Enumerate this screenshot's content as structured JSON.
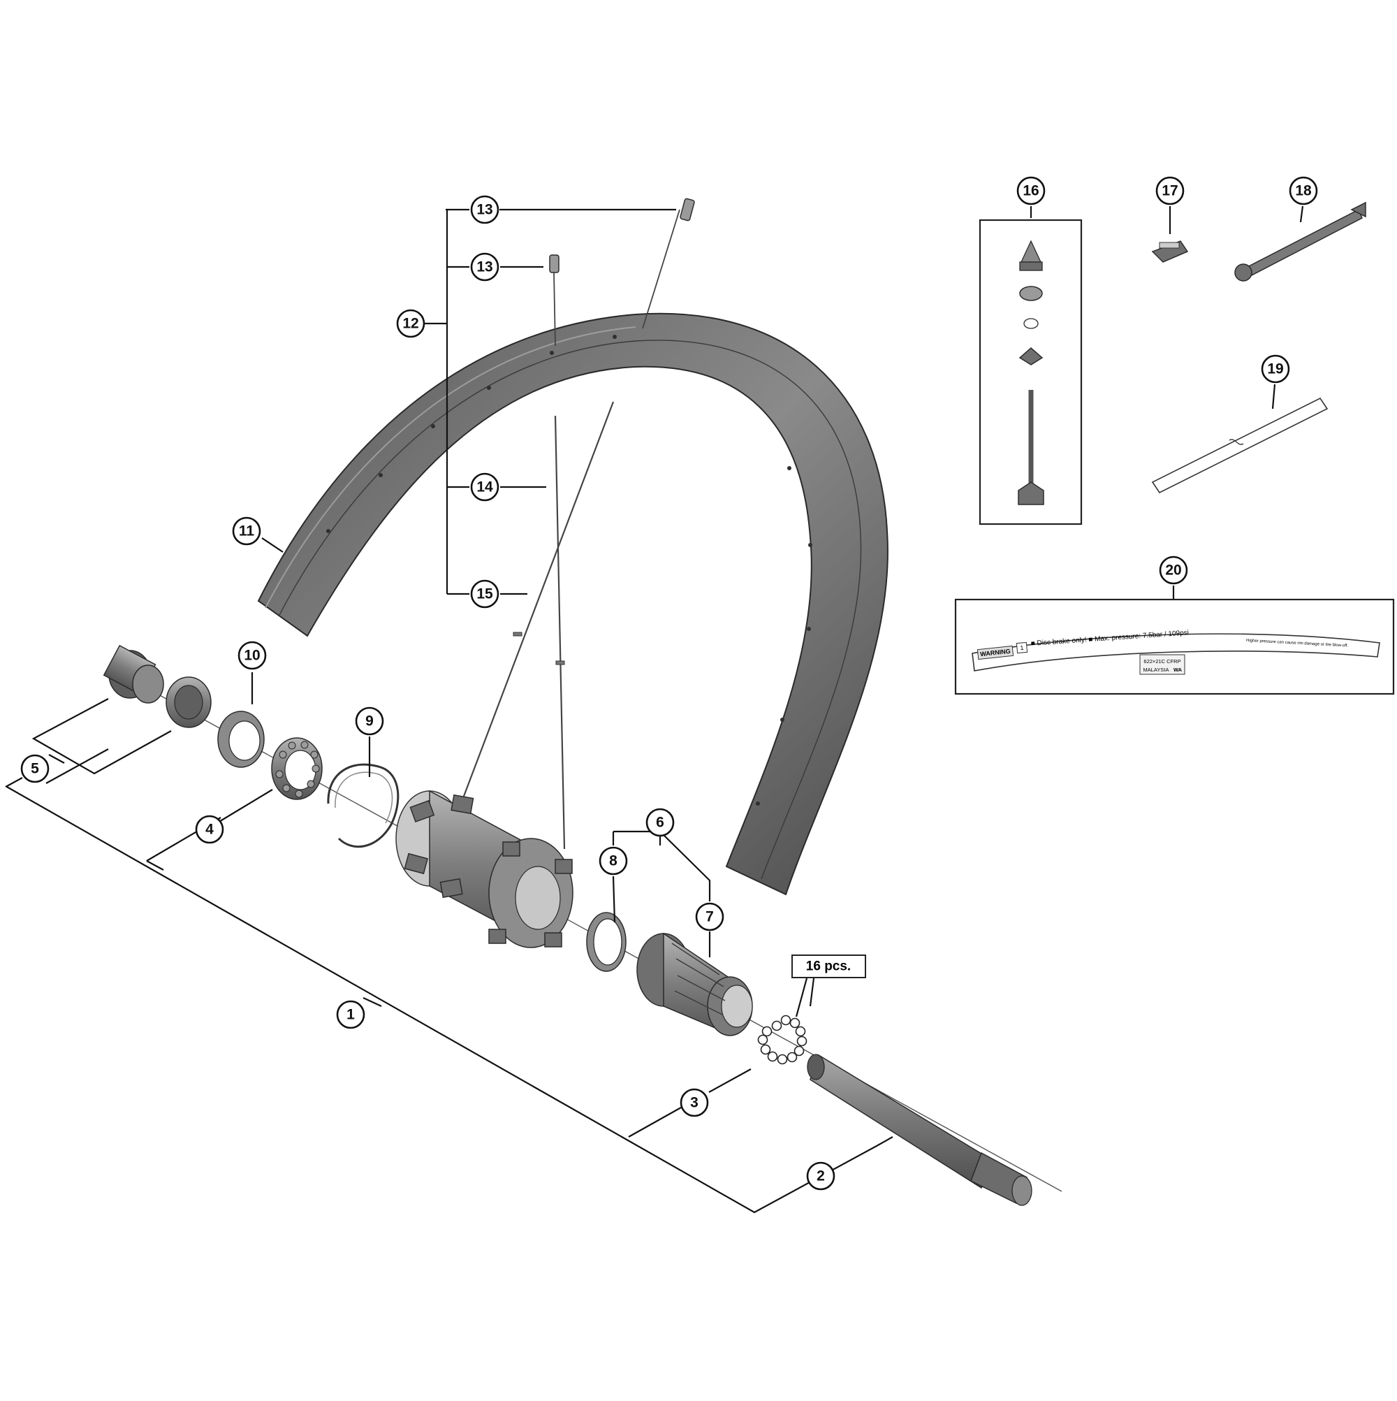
{
  "callouts": {
    "n1": "1",
    "n2": "2",
    "n3": "3",
    "n4": "4",
    "n5": "5",
    "n6": "6",
    "n7": "7",
    "n8": "8",
    "n9": "9",
    "n10": "10",
    "n11": "11",
    "n12": "12",
    "n13a": "13",
    "n13b": "13",
    "n14": "14",
    "n15": "15",
    "n16": "16",
    "n17": "17",
    "n18": "18",
    "n19": "19",
    "n20": "20"
  },
  "qty_label": "16 pcs.",
  "rim_sticker": {
    "warning": "WARNING",
    "index": "1",
    "main_text": "■ Disc brake only! ■ Max. pressure: 7.5bar / 109psi",
    "small_text": "Higher pressure can cause rim damage or tire blow-off.",
    "size": "622×21C CFRP",
    "origin": "MALAYSIA",
    "mark": "WA"
  }
}
